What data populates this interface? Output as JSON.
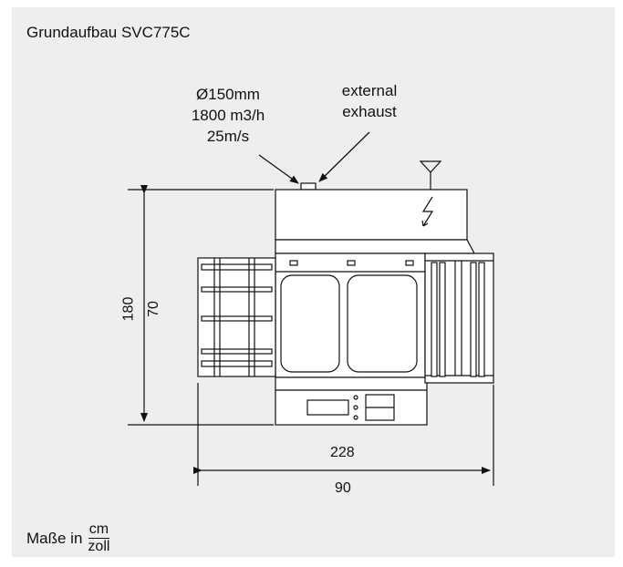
{
  "title": "Grundaufbau SVC775C",
  "airflow": {
    "line1": "Ø150mm",
    "line2": "1800 m3/h",
    "line3": "25m/s"
  },
  "exhaust": {
    "line1": "external",
    "line2": "exhaust"
  },
  "dimensions": {
    "height_cm": "180",
    "height_in": "70",
    "width_cm": "228",
    "width_in": "90"
  },
  "units": {
    "label": "Maße in",
    "numerator": "cm",
    "denominator": "zoll"
  }
}
